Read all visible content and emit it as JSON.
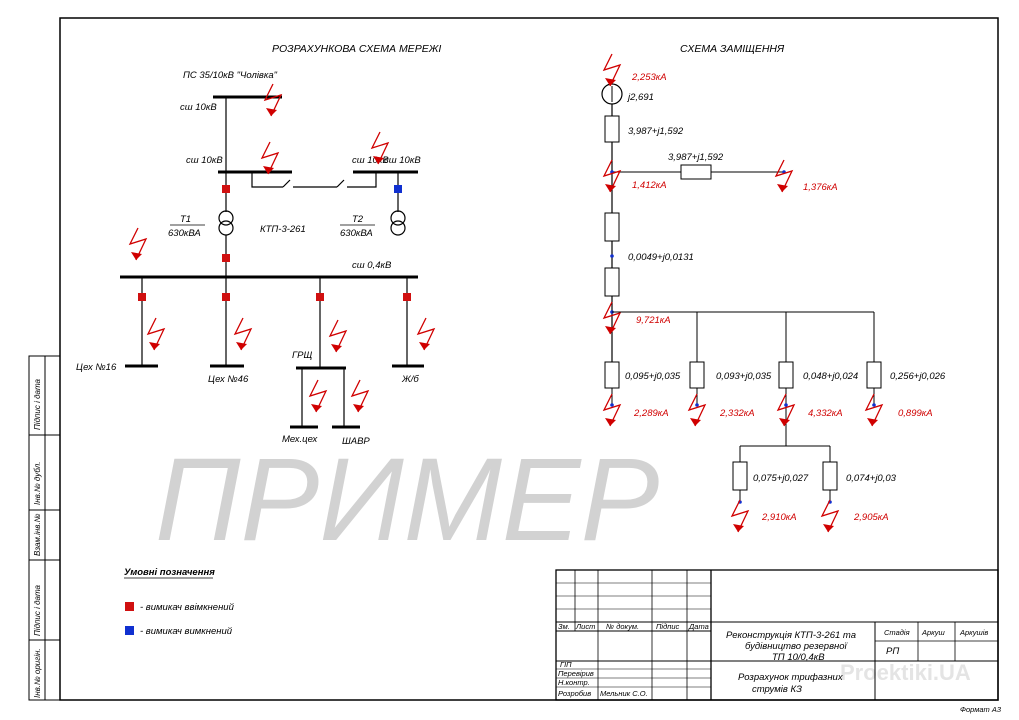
{
  "watermark": "ПРИМЕР",
  "site_watermark": "Proektiki.UA",
  "titles": {
    "left": "РОЗРАХУНКОВА СХЕМА МЕРЕЖІ",
    "right": "СХЕМА ЗАМІЩЕННЯ"
  },
  "network": {
    "substation": "ПС 35/10кВ \"Чолівка\"",
    "bus_10kv": "сш 10кВ",
    "bus_04kv": "сш 0,4кВ",
    "t1_name": "Т1",
    "t2_name": "Т2",
    "t_rating": "630кВА",
    "ktp": "КТП-3-261",
    "grshch": "ГРЩ",
    "feeders": [
      "Цех №16",
      "Цех №46",
      "Ж/б",
      "Мех.цех",
      "ШАВР"
    ]
  },
  "equivalent": {
    "currents": [
      "2,253кА",
      "1,412кА",
      "1,376кА",
      "9,721кА",
      "2,289кА",
      "2,332кА",
      "4,332кА",
      "0,899кА",
      "2,910кА",
      "2,905кА"
    ],
    "impedances": [
      "j2,691",
      "3,987+j1,592",
      "0,0049+j0,0131",
      "0,095+j0,035",
      "0,093+j0,035",
      "0,048+j0,024",
      "0,256+j0,026",
      "0,075+j0,027",
      "0,074+j0,03"
    ]
  },
  "legend": {
    "title": "Умовні позначення",
    "on": "- вимикач ввімкнений",
    "off": "- вимикач вимкнений"
  },
  "side_stamp": [
    "Підпис і дата",
    "Інв.№ дубл.",
    "Взам.інв.№",
    "Підпис і дата",
    "Інв.№ оригін."
  ],
  "stamp": {
    "cols": [
      "Зм.",
      "Лист",
      "№ докум.",
      "Підпис",
      "Дата"
    ],
    "roles": [
      "ГІП",
      "Перевірив",
      "Н.контр.",
      "Розробив"
    ],
    "developer": "Мельник С.О.",
    "project": [
      "Реконструкція КТП-3-261 та",
      "будівництво резервної",
      "ТП 10/0,4кВ"
    ],
    "sheet_title": [
      "Розрахунок трифазних",
      "струмів КЗ"
    ],
    "stage_header": "Стадія",
    "sheet_header": "Аркуш",
    "sheets_header": "Аркушів",
    "stage": "РП"
  },
  "format": "Формат А3",
  "colors": {
    "breaker_on": "#d01010",
    "breaker_off": "#1030d0",
    "fault_marker": "#d00000"
  }
}
